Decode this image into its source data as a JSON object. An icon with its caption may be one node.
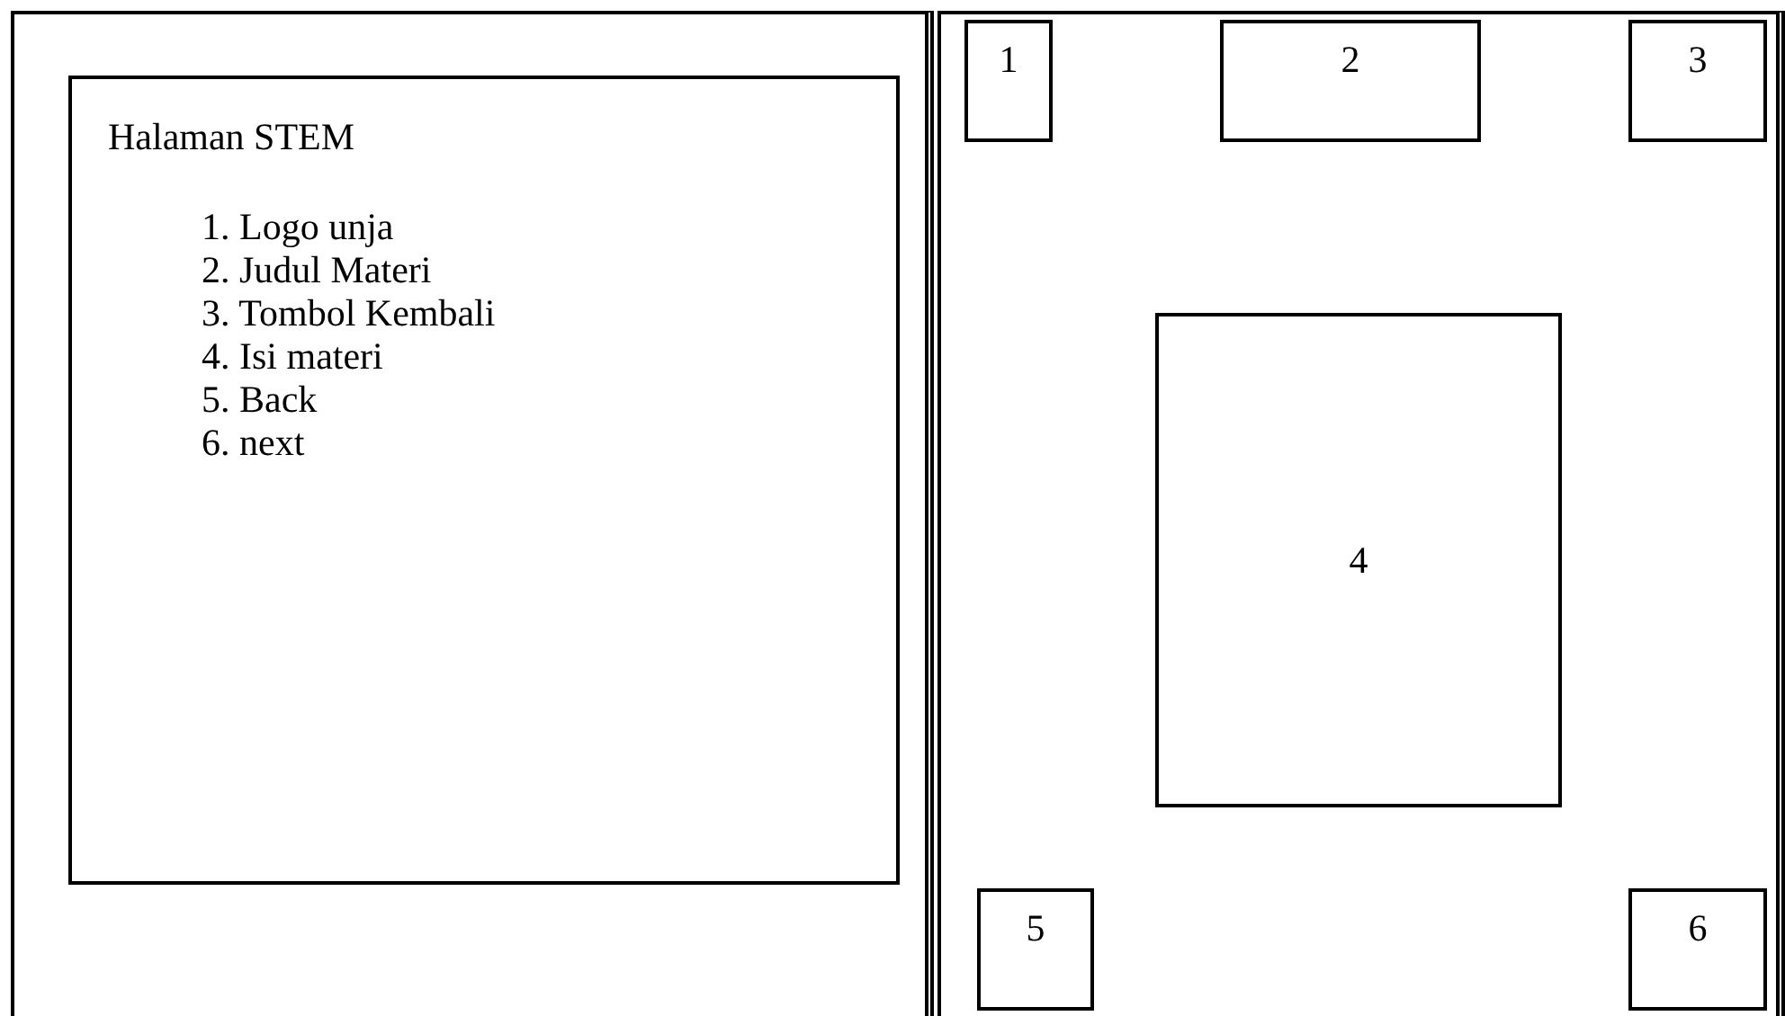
{
  "diagram": {
    "nodes": [
      {
        "text": [],
        "shape": "box"
      },
      {
        "text": [
          "Halaman STEM",
          "1. Logo unja",
          "2. Judul Materi",
          "3. Tombol Kembali",
          "4. Isi materi",
          "5. Back",
          "6. next"
        ],
        "in": 0
      },
      {
        "text": [],
        "shape": "box"
      },
      {
        "text": [
          "1"
        ],
        "in": 2
      },
      {
        "text": [
          "2"
        ],
        "in": 2
      },
      {
        "text": [
          "3"
        ],
        "in": 2
      },
      {
        "text": [
          "4"
        ],
        "in": 2
      },
      {
        "text": [
          "5"
        ],
        "in": 2
      },
      {
        "text": [
          "6"
        ],
        "in": 2
      }
    ]
  }
}
